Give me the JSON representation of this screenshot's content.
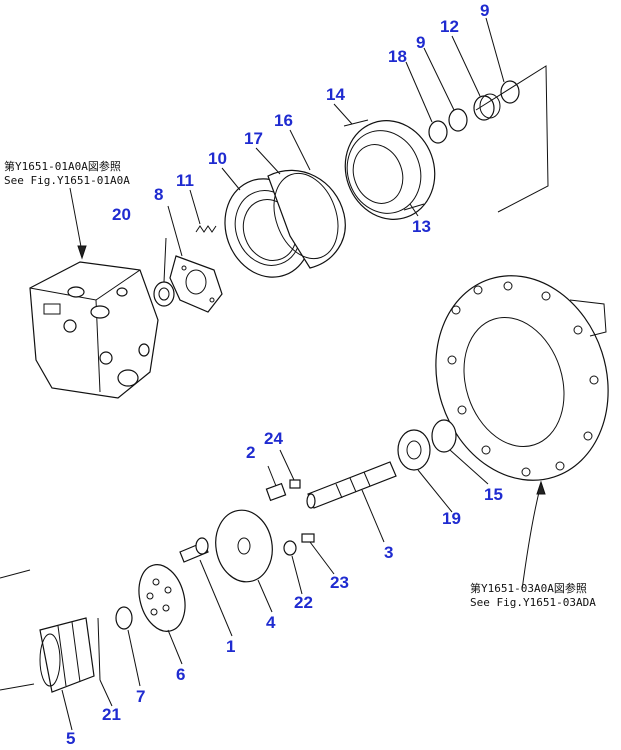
{
  "colors": {
    "callout": "#1f2bd0",
    "line": "#111111",
    "background": "#ffffff"
  },
  "references": {
    "top_left": {
      "line1": "第Y1651-01A0A図参照",
      "line2": "See Fig.Y1651-01A0A"
    },
    "bottom_right": {
      "line1": "第Y1651-03A0A図参照",
      "line2": "See Fig.Y1651-03ADA"
    }
  },
  "callouts": {
    "c1": "1",
    "c2": "2",
    "c3": "3",
    "c4": "4",
    "c5": "5",
    "c6": "6",
    "c7": "7",
    "c8": "8",
    "c9a": "9",
    "c9b": "9",
    "c10": "10",
    "c11": "11",
    "c12": "12",
    "c13": "13",
    "c14": "14",
    "c15": "15",
    "c16": "16",
    "c17": "17",
    "c18": "18",
    "c19": "19",
    "c20": "20",
    "c21": "21",
    "c22": "22",
    "c23": "23",
    "c24": "24"
  }
}
